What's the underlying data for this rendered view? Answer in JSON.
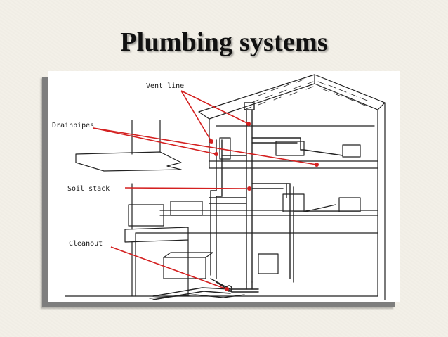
{
  "title": "Plumbing systems",
  "labels": {
    "vent_line": "Vent line",
    "drainpipes": "Drainpipes",
    "soil_stack": "Soil stack",
    "cleanout": "Cleanout"
  },
  "colors": {
    "leader": "#d42020",
    "line": "#222222",
    "frame_shadow": "#7e7e7e"
  }
}
